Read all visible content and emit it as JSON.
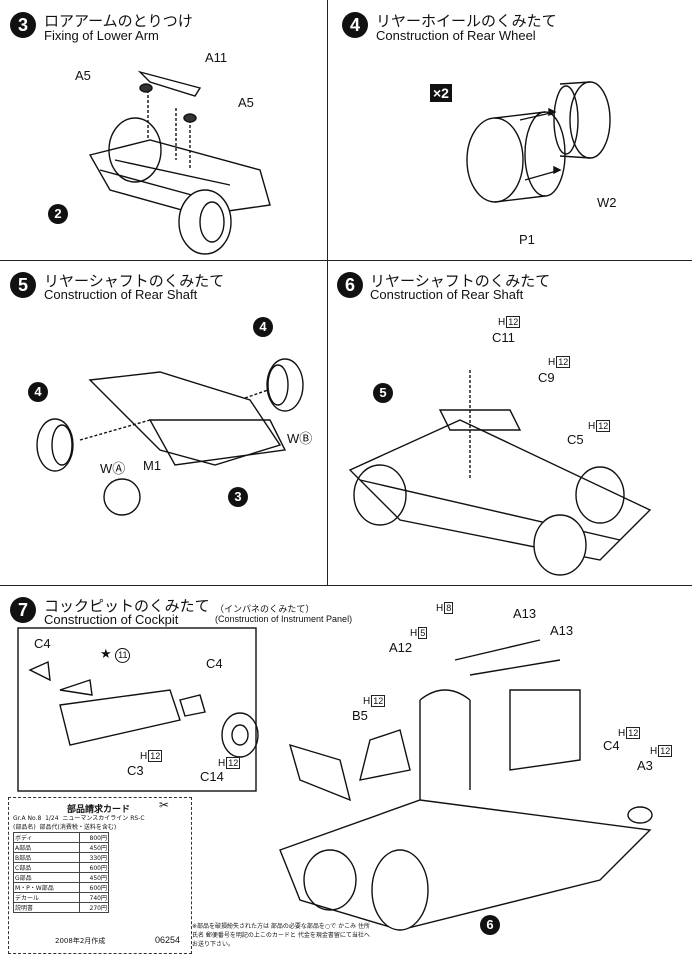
{
  "steps": {
    "s3": {
      "num": "3",
      "title_jp": "ロアアームのとりつけ",
      "title_en": "Fixing of Lower Arm",
      "parts": {
        "a11": "A11",
        "a5_left": "A5",
        "a5_right": "A5"
      },
      "callout": "2"
    },
    "s4": {
      "num": "4",
      "title_jp": "リヤーホイールのくみたて",
      "title_en": "Construction of Rear Wheel",
      "qty": "×2",
      "parts": {
        "w2": "W2",
        "p1": "P1"
      }
    },
    "s5": {
      "num": "5",
      "title_jp": "リヤーシャフトのくみたて",
      "title_en": "Construction of Rear Shaft",
      "parts": {
        "wb": "WⒷ",
        "wa": "WⒶ",
        "m1": "M1"
      },
      "callout_top": "4",
      "callout_left": "4",
      "callout_bottom": "3"
    },
    "s6": {
      "num": "6",
      "title_jp": "リヤーシャフトのくみたて",
      "title_en": "Construction of Rear Shaft",
      "parts": {
        "c11": "C11",
        "c9": "C9",
        "c5": "C5"
      },
      "h_c11": "12",
      "h_c9": "12",
      "h_c5": "12",
      "callout": "5"
    },
    "s7": {
      "num": "7",
      "title_jp": "コックピットのくみたて",
      "title_en": "Construction of Cockpit",
      "sub_jp": "（インパネのくみたて）",
      "sub_en": "(Construction of Instrument Panel)",
      "parts": {
        "c4a": "C4",
        "c4b": "C4",
        "c3": "C3",
        "c14": "C14",
        "a12": "A12",
        "a13a": "A13",
        "a13b": "A13",
        "b5": "B5",
        "c4c": "C4",
        "a3": "A3"
      },
      "star_ref": "11",
      "h_c3": "12",
      "h_c14": "12",
      "h_b5": "12",
      "h_c4": "12",
      "h_a3": "12",
      "h_a12": "5",
      "h_top": "8",
      "callout": "6"
    }
  },
  "card": {
    "title": "部品請求カード",
    "header_row1": [
      "Gr.A No.8",
      "1/24",
      "ニューマンスカイライン RS-C"
    ],
    "header_row2": [
      "(部品名)",
      "部品代(消費税・送料を含む)"
    ],
    "rows": [
      {
        "name": "ボディ",
        "price": "800円"
      },
      {
        "name": "A部品",
        "price": "450円"
      },
      {
        "name": "B部品",
        "price": "330円"
      },
      {
        "name": "C部品",
        "price": "600円"
      },
      {
        "name": "G部品",
        "price": "450円"
      },
      {
        "name": "M・P・W部品",
        "price": "600円"
      },
      {
        "name": "デカール",
        "price": "740円"
      },
      {
        "name": "説明書",
        "price": "270円"
      }
    ],
    "date": "2008年2月作成",
    "code": "06254"
  },
  "footnote": "※部品を破損紛失された方は 部品の必要な部品を○で かこみ 住所 氏名 郵便番号を明記の上このカードと 代金を現金書留にて当社へ お送り下さい。"
}
